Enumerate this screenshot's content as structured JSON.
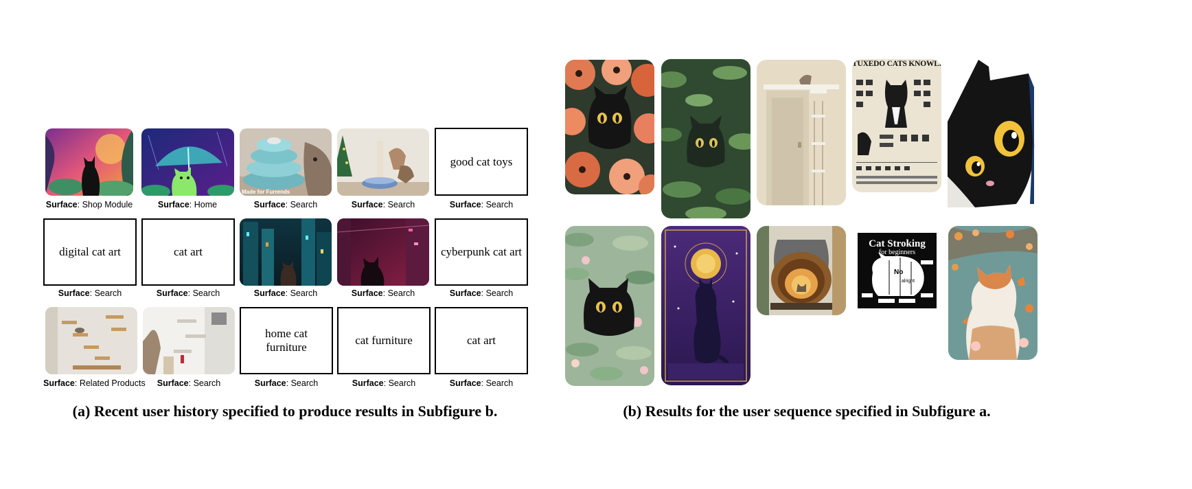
{
  "surface_prefix": "Surface",
  "history": [
    {
      "type": "image",
      "icon": "cat-forest-art-thumbnail",
      "surface": "Shop Module"
    },
    {
      "type": "image",
      "icon": "cat-umbrella-art-thumbnail",
      "surface": "Home"
    },
    {
      "type": "image",
      "icon": "cat-toy-tower-thumbnail",
      "surface": "Search",
      "overlay_text": "Made for Furrends"
    },
    {
      "type": "image",
      "icon": "cat-scratching-post-thumbnail",
      "surface": "Search"
    },
    {
      "type": "text",
      "query": "good cat toys",
      "surface": "Search"
    },
    {
      "type": "text",
      "query": "digital cat art",
      "surface": "Search"
    },
    {
      "type": "text",
      "query": "cat art",
      "surface": "Search"
    },
    {
      "type": "image",
      "icon": "cyberpunk-cat-city-thumbnail",
      "surface": "Search"
    },
    {
      "type": "image",
      "icon": "cyberpunk-cat-pink-thumbnail",
      "surface": "Search"
    },
    {
      "type": "text",
      "query": "cyberpunk cat art",
      "surface": "Search"
    },
    {
      "type": "image",
      "icon": "cat-wall-shelves-thumbnail",
      "surface": "Related Products"
    },
    {
      "type": "image",
      "icon": "cat-shelves-room-thumbnail",
      "surface": "Search"
    },
    {
      "type": "text",
      "query": "home cat furniture",
      "surface": "Search"
    },
    {
      "type": "text",
      "query": "cat furniture",
      "surface": "Search"
    },
    {
      "type": "text",
      "query": "cat art",
      "surface": "Search"
    }
  ],
  "results": [
    {
      "icon": "black-cat-poppies-image"
    },
    {
      "icon": "black-cat-leaves-image"
    },
    {
      "icon": "cat-door-shelf-image"
    },
    {
      "icon": "tuxedo-cats-poster-image",
      "text": "TUXEDO CATS KNOWLEDGE"
    },
    {
      "icon": "black-cat-face-image"
    },
    {
      "icon": "black-cat-lilypads-image"
    },
    {
      "icon": "cat-moon-tarot-image"
    },
    {
      "icon": "cat-hobbit-house-image"
    },
    {
      "icon": "cat-stroking-chart-image",
      "text": "Cat Stroking",
      "subtext": "for beginners",
      "tags": [
        "No",
        "alright"
      ]
    },
    {
      "icon": "orange-cat-butterflies-image"
    }
  ],
  "captions": {
    "a": "(a) Recent user history specified to produce results in Subfigure b.",
    "b": "(b) Results for the user sequence specified in Subfigure a."
  }
}
